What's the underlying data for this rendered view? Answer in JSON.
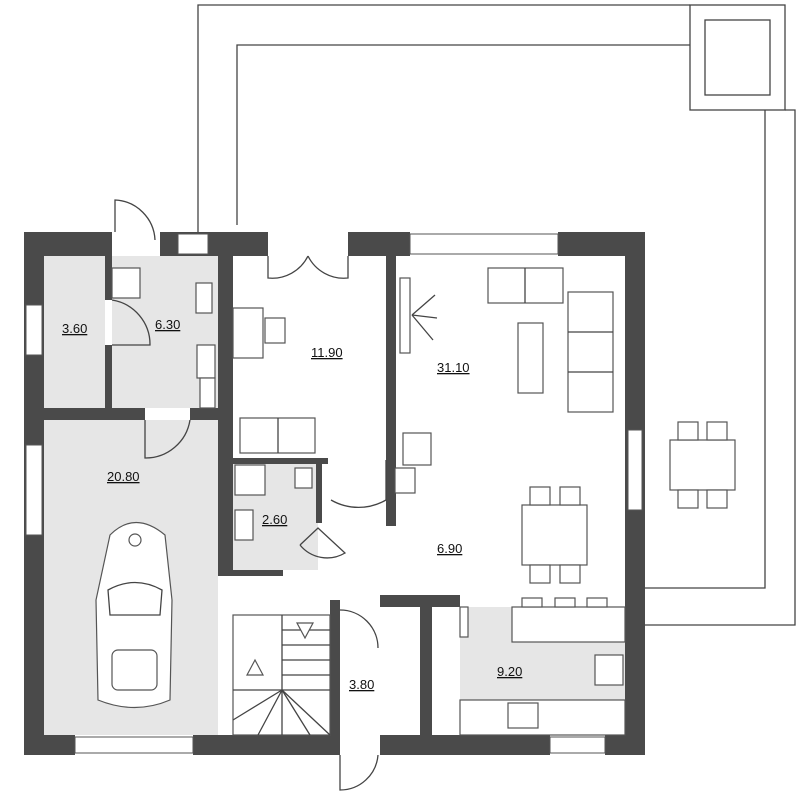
{
  "floor_plan": {
    "rooms": [
      {
        "id": "utility",
        "area": "3.60"
      },
      {
        "id": "entry-hall",
        "area": "6.30"
      },
      {
        "id": "office",
        "area": "11.90"
      },
      {
        "id": "living",
        "area": "31.10"
      },
      {
        "id": "garage",
        "area": "20.80"
      },
      {
        "id": "bathroom",
        "area": "2.60"
      },
      {
        "id": "hall",
        "area": "6.90"
      },
      {
        "id": "kitchen",
        "area": "9.20"
      },
      {
        "id": "vestibule",
        "area": "3.80"
      }
    ],
    "colors": {
      "wall": "#4a4a4a",
      "tiled_floor": "#e6e6e6",
      "line": "#444444"
    }
  }
}
